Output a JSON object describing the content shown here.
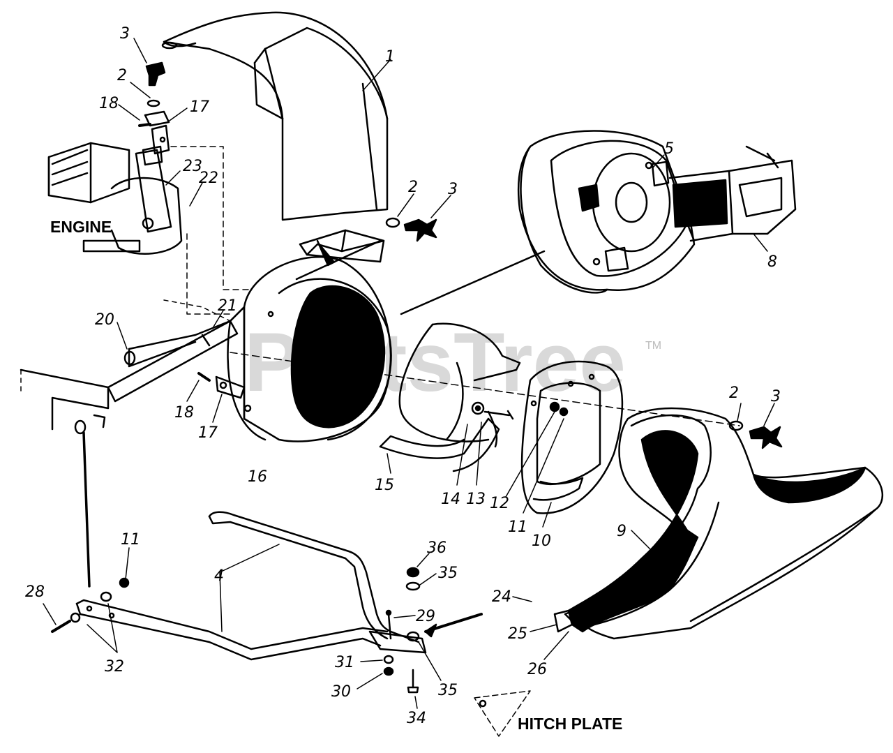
{
  "labels": {
    "engine": "ENGINE",
    "hitch_plate": "HITCH PLATE"
  },
  "watermark": {
    "text": "PartsTree",
    "trademark": "TM"
  },
  "callouts": [
    {
      "id": "c3a",
      "text": "3"
    },
    {
      "id": "c2a",
      "text": "2"
    },
    {
      "id": "c18a",
      "text": "18"
    },
    {
      "id": "c17a",
      "text": "17"
    },
    {
      "id": "c23",
      "text": "23"
    },
    {
      "id": "c22",
      "text": "22"
    },
    {
      "id": "c1",
      "text": "1"
    },
    {
      "id": "c2b",
      "text": "2"
    },
    {
      "id": "c3b",
      "text": "3"
    },
    {
      "id": "c5",
      "text": "5"
    },
    {
      "id": "c8",
      "text": "8"
    },
    {
      "id": "c21",
      "text": "21"
    },
    {
      "id": "c20",
      "text": "20"
    },
    {
      "id": "c18b",
      "text": "18"
    },
    {
      "id": "c17b",
      "text": "17"
    },
    {
      "id": "c16",
      "text": "16"
    },
    {
      "id": "c15",
      "text": "15"
    },
    {
      "id": "c14",
      "text": "14"
    },
    {
      "id": "c13",
      "text": "13"
    },
    {
      "id": "c12",
      "text": "12"
    },
    {
      "id": "c11a",
      "text": "11"
    },
    {
      "id": "c10",
      "text": "10"
    },
    {
      "id": "c9",
      "text": "9"
    },
    {
      "id": "c2c",
      "text": "2"
    },
    {
      "id": "c3c",
      "text": "3"
    },
    {
      "id": "c4",
      "text": "4"
    },
    {
      "id": "c11b",
      "text": "11"
    },
    {
      "id": "c28",
      "text": "28"
    },
    {
      "id": "c32",
      "text": "32"
    },
    {
      "id": "c36",
      "text": "36"
    },
    {
      "id": "c35a",
      "text": "35"
    },
    {
      "id": "c29",
      "text": "29"
    },
    {
      "id": "c31",
      "text": "31"
    },
    {
      "id": "c30",
      "text": "30"
    },
    {
      "id": "c35b",
      "text": "35"
    },
    {
      "id": "c34",
      "text": "34"
    },
    {
      "id": "c24",
      "text": "24"
    },
    {
      "id": "c25",
      "text": "25"
    },
    {
      "id": "c26",
      "text": "26"
    }
  ],
  "colors": {
    "ink": "#000000",
    "paper": "#ffffff",
    "watermark": "#d9d9d9"
  }
}
